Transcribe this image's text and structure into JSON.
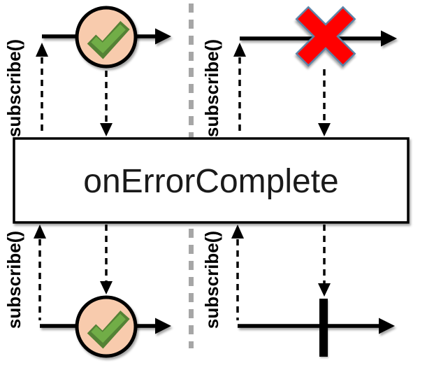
{
  "operator": {
    "label": "onErrorComplete"
  },
  "subscribe_label": "subscribe()",
  "colors": {
    "timeline": "#000000",
    "separator": "#a6a6a6",
    "marble_fill": "#f8cbad",
    "marble_stroke": "#000000",
    "check_green": "#71ad47",
    "check_dark": "#548235",
    "error_red": "#ff0000",
    "error_stroke": "#5b84a8",
    "box_fill": "#ffffff",
    "box_stroke": "#000000"
  },
  "icons": {
    "top_left_marble": "green-check-complete",
    "top_right_marker": "red-cross-error",
    "bottom_left_marble": "green-check-complete",
    "bottom_right_marker": "complete-terminal-bar"
  }
}
